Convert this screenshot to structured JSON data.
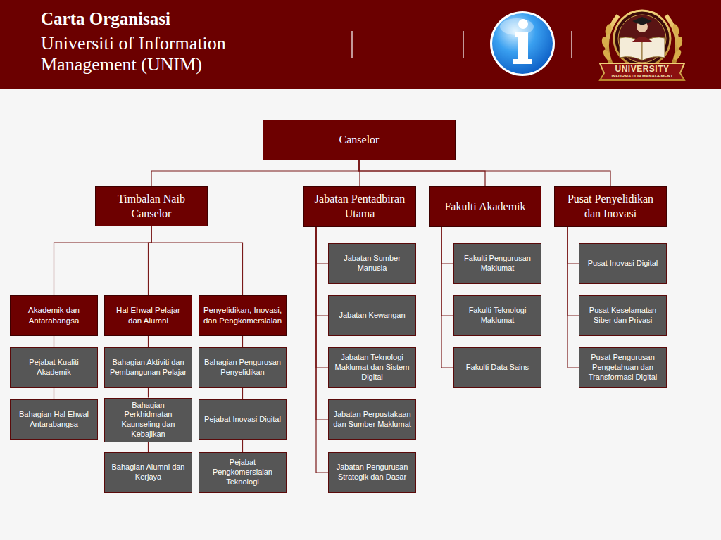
{
  "diagram": {
    "title": "Carta Organisasi",
    "nodes": [
      {
        "text": [
          "Canselor"
        ]
      },
      {
        "text": [
          "Timbalan Naib Canselor"
        ]
      },
      {
        "text": [
          "Jabatan Pentadbiran Utama"
        ]
      },
      {
        "text": [
          "Fakulti Akademik"
        ]
      },
      {
        "text": [
          "Pusat Penyelidikan dan Inovasi"
        ]
      },
      {
        "text": [
          "Akademik dan Antarabangsa"
        ]
      },
      {
        "text": [
          "Hal Ehwal Pelajar dan Alumni"
        ]
      },
      {
        "text": [
          "Penyelidikan, Inovasi, dan Pengkomersialan"
        ]
      },
      {
        "text": [
          "Pejabat Kualiti Akademik"
        ]
      },
      {
        "text": [
          "Bahagian Hal Ehwal Antarabangsa"
        ]
      },
      {
        "text": [
          "Bahagian Aktiviti dan Pembangunan Pelajar"
        ]
      },
      {
        "text": [
          "Bahagian Perkhidmatan Kaunseling dan Kebajikan"
        ]
      },
      {
        "text": [
          "Bahagian Alumni dan Kerjaya"
        ]
      },
      {
        "text": [
          "Bahagian Pengurusan Penyelidikan"
        ]
      },
      {
        "text": [
          "Pejabat Inovasi Digital"
        ]
      },
      {
        "text": [
          "Pejabat Pengkomersialan Teknologi"
        ]
      },
      {
        "text": [
          "Jabatan Sumber Manusia"
        ]
      },
      {
        "text": [
          "Jabatan Kewangan"
        ]
      },
      {
        "text": [
          "Jabatan Teknologi Maklumat dan Sistem Digital"
        ]
      },
      {
        "text": [
          "Jabatan Perpustakaan dan Sumber Maklumat"
        ]
      },
      {
        "text": [
          "Jabatan Pengurusan Strategik dan Dasar"
        ]
      },
      {
        "text": [
          "Fakulti Pengurusan Maklumat"
        ]
      },
      {
        "text": [
          "Fakulti Teknologi Maklumat"
        ]
      },
      {
        "text": [
          "Fakulti Data Sains"
        ]
      },
      {
        "text": [
          "Pusat Inovasi Digital"
        ]
      },
      {
        "text": [
          "Pusat Keselamatan Siber dan Privasi"
        ]
      },
      {
        "text": [
          "Pusat Pengurusan Pengetahuan dan Transformasi Digital"
        ]
      }
    ],
    "edges": [
      {
        "from": 0,
        "to": 1,
        "arrow": "none"
      },
      {
        "from": 0,
        "to": 2,
        "arrow": "none"
      },
      {
        "from": 0,
        "to": 3,
        "arrow": "none"
      },
      {
        "from": 0,
        "to": 4,
        "arrow": "none"
      },
      {
        "from": 1,
        "to": 5,
        "arrow": "none"
      },
      {
        "from": 1,
        "to": 6,
        "arrow": "none"
      },
      {
        "from": 1,
        "to": 7,
        "arrow": "none"
      },
      {
        "from": 5,
        "to": 8,
        "arrow": "none"
      },
      {
        "from": 8,
        "to": 9,
        "arrow": "none"
      },
      {
        "from": 6,
        "to": 10,
        "arrow": "none"
      },
      {
        "from": 10,
        "to": 11,
        "arrow": "none"
      },
      {
        "from": 11,
        "to": 12,
        "arrow": "none"
      },
      {
        "from": 7,
        "to": 13,
        "arrow": "none"
      },
      {
        "from": 13,
        "to": 14,
        "arrow": "none"
      },
      {
        "from": 14,
        "to": 15,
        "arrow": "none"
      },
      {
        "from": 2,
        "to": 16,
        "arrow": "none"
      },
      {
        "from": 2,
        "to": 17,
        "arrow": "none"
      },
      {
        "from": 2,
        "to": 18,
        "arrow": "none"
      },
      {
        "from": 2,
        "to": 19,
        "arrow": "none"
      },
      {
        "from": 2,
        "to": 20,
        "arrow": "none"
      },
      {
        "from": 3,
        "to": 21,
        "arrow": "none"
      },
      {
        "from": 3,
        "to": 22,
        "arrow": "none"
      },
      {
        "from": 3,
        "to": 23,
        "arrow": "none"
      },
      {
        "from": 4,
        "to": 24,
        "arrow": "none"
      },
      {
        "from": 4,
        "to": 25,
        "arrow": "none"
      },
      {
        "from": 4,
        "to": 26,
        "arrow": "none"
      }
    ],
    "labels": [
      "Universiti of Information Management (UNIM)",
      "UNIVERSITY",
      "INFORMATION MANAGEMENT"
    ]
  }
}
